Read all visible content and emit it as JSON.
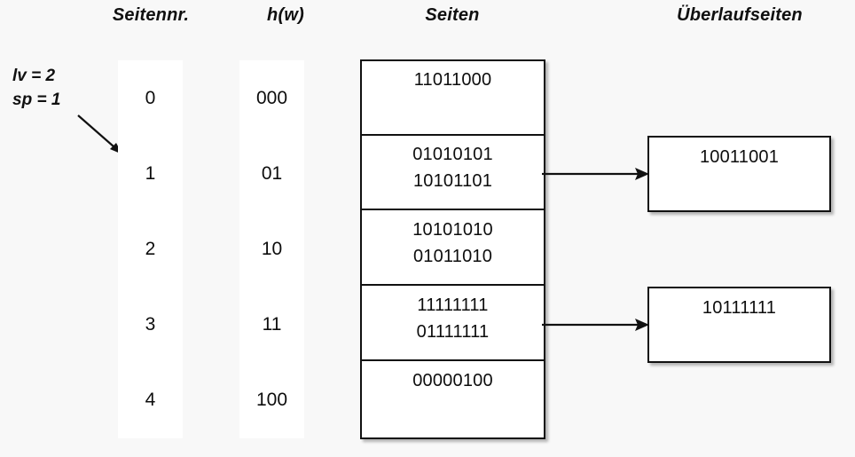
{
  "headers": {
    "seitennr": "Seitennr.",
    "hw": "h(w)",
    "seiten": "Seiten",
    "ueberlaufseiten": "Überlaufseiten"
  },
  "params": {
    "lv": "lv = 2",
    "sp": "sp = 1"
  },
  "rows": [
    {
      "seitennr": "0",
      "hw": "000"
    },
    {
      "seitennr": "1",
      "hw": "01"
    },
    {
      "seitennr": "2",
      "hw": "10"
    },
    {
      "seitennr": "3",
      "hw": "11"
    },
    {
      "seitennr": "4",
      "hw": "100"
    }
  ],
  "pages": [
    {
      "records": [
        "11011000"
      ]
    },
    {
      "records": [
        "01010101",
        "10101101"
      ]
    },
    {
      "records": [
        "10101010",
        "01011010"
      ]
    },
    {
      "records": [
        "11111111",
        "01111111"
      ]
    },
    {
      "records": [
        "00000100"
      ]
    }
  ],
  "overflow_pages": [
    {
      "from_page": 1,
      "records": [
        "10011001"
      ]
    },
    {
      "from_page": 3,
      "records": [
        "10111111"
      ]
    }
  ],
  "colors": {
    "background": "#f8f8f8",
    "page_fill": "#ffffff",
    "stroke": "#111111",
    "text": "#0d0d0d"
  }
}
